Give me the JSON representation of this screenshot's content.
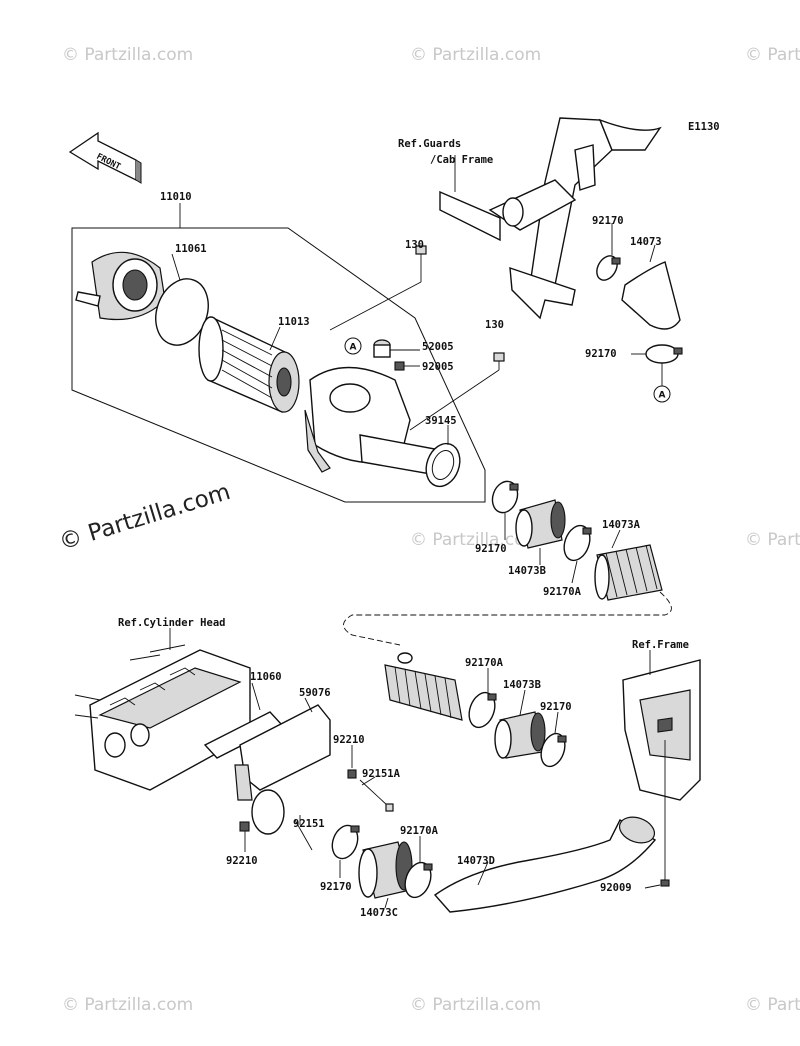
{
  "diagram_code": "E1130",
  "front_label": "FRONT",
  "callout_letter": "A",
  "watermark": {
    "text": "© Partzilla.com",
    "main_text": "© Partzilla.com"
  },
  "refs": {
    "guards_line1": "Ref.Guards",
    "guards_line2": "/Cab Frame",
    "cylinder_head": "Ref.Cylinder Head",
    "frame": "Ref.Frame"
  },
  "parts": {
    "p11010": "11010",
    "p11061": "11061",
    "p11013": "11013",
    "p130a": "130",
    "p130b": "130",
    "p52005": "52005",
    "p92005": "92005",
    "p39145": "39145",
    "p92170_top": "92170",
    "p14073": "14073",
    "p92170_mid": "92170",
    "p92170_left": "92170",
    "p14073B_top": "14073B",
    "p92170A_top": "92170A",
    "p14073A": "14073A",
    "p11060": "11060",
    "p59076": "59076",
    "p92210_a": "92210",
    "p92151A": "92151A",
    "p92151": "92151",
    "p92210_b": "92210",
    "p92170_bl": "92170",
    "p14073C": "14073C",
    "p92170A_bot": "92170A",
    "p92170A_mid": "92170A",
    "p14073B_mid": "14073B",
    "p92170_right": "92170",
    "p14073D": "14073D",
    "p92009": "92009"
  }
}
